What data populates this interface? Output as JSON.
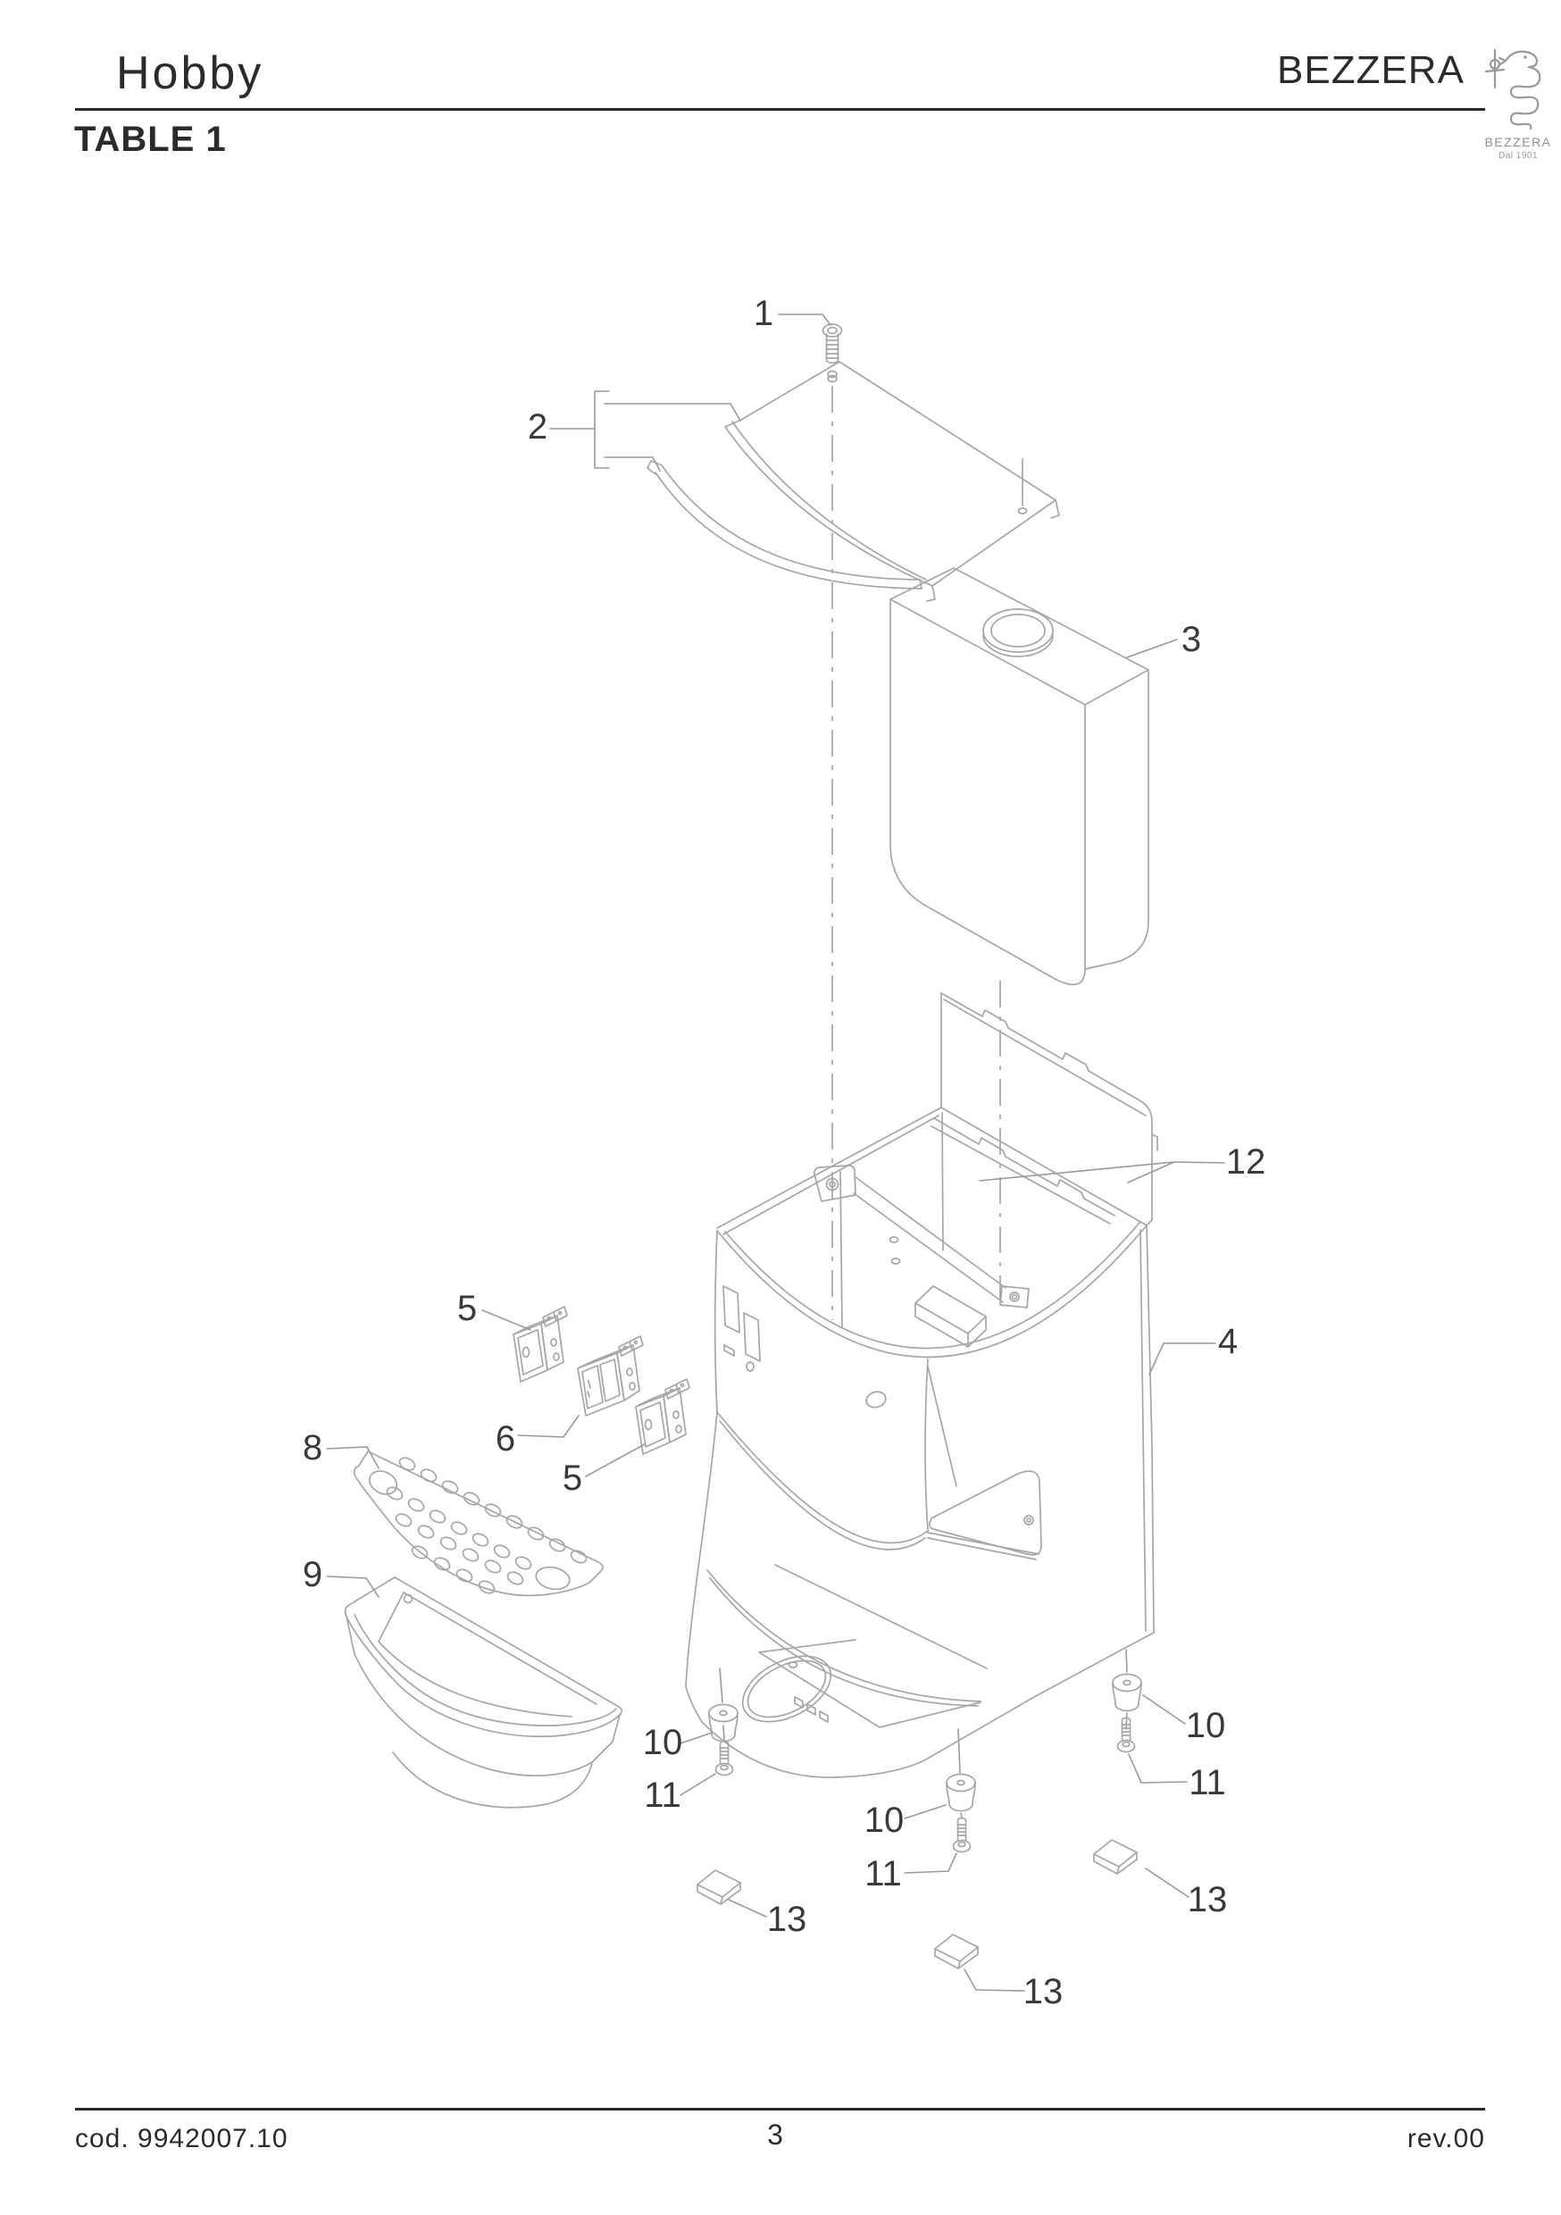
{
  "header": {
    "model": "Hobby",
    "brand": "BEZZERA",
    "table_title": "TABLE 1"
  },
  "logo": {
    "brand": "BEZZERA",
    "since": "Dal 1901"
  },
  "footer": {
    "code": "cod. 9942007.10",
    "page_number": "3",
    "revision": "rev.00"
  },
  "diagram": {
    "callouts": [
      {
        "ref": "1",
        "part": "cover-screw"
      },
      {
        "ref": "2",
        "part": "top-cover"
      },
      {
        "ref": "3",
        "part": "water-tank"
      },
      {
        "ref": "12",
        "part": "support-bracket"
      },
      {
        "ref": "4",
        "part": "body-housing"
      },
      {
        "ref": "5",
        "part": "rocker-switch-left"
      },
      {
        "ref": "6",
        "part": "double-rocker-switch"
      },
      {
        "ref": "5",
        "part": "rocker-switch-right"
      },
      {
        "ref": "8",
        "part": "drip-tray-grid"
      },
      {
        "ref": "9",
        "part": "drip-tray"
      },
      {
        "ref": "10",
        "part": "foot-left"
      },
      {
        "ref": "11",
        "part": "foot-screw-left"
      },
      {
        "ref": "10",
        "part": "foot-middle"
      },
      {
        "ref": "11",
        "part": "foot-screw-middle"
      },
      {
        "ref": "10",
        "part": "foot-right"
      },
      {
        "ref": "11",
        "part": "foot-screw-right"
      },
      {
        "ref": "13",
        "part": "pad-left"
      },
      {
        "ref": "13",
        "part": "pad-middle"
      },
      {
        "ref": "13",
        "part": "pad-right"
      }
    ]
  },
  "colors": {
    "line": "#a6a6a6",
    "leader": "#9a9a9a",
    "label": "#3a3a3a",
    "rule": "#2a2a2a",
    "text": "#2b2b2b",
    "logo_gray": "#8f8f8f"
  }
}
